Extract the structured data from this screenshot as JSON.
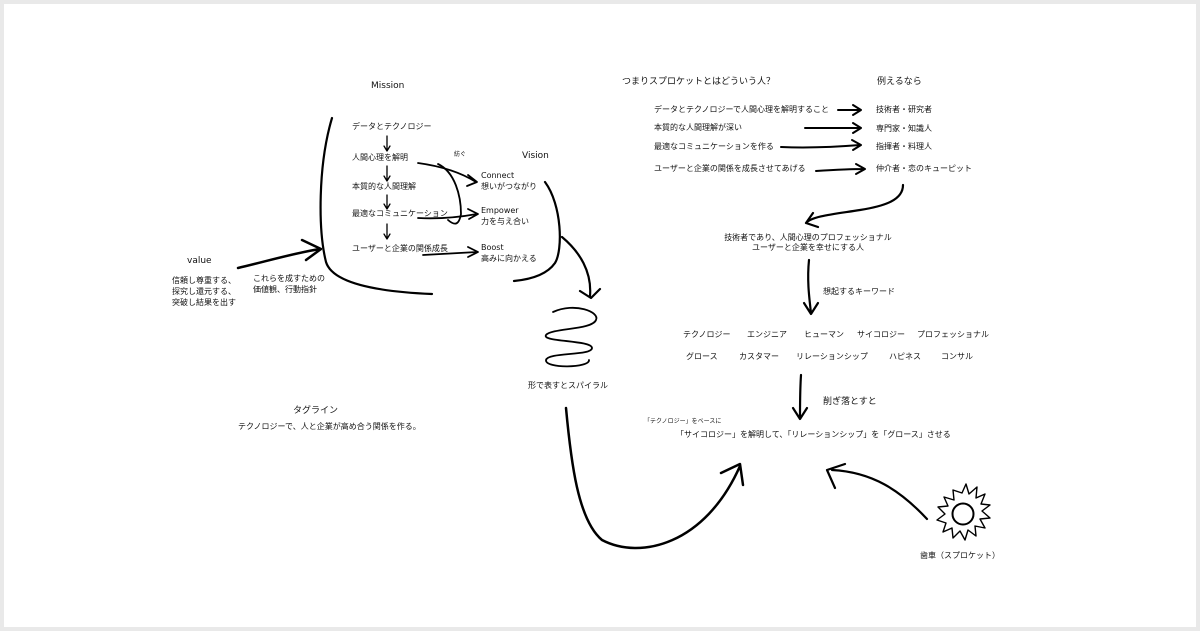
{
  "mission": {
    "title": "Mission",
    "items": [
      "データとテクノロジー",
      "人間心理を解明",
      "本質的な人間理解",
      "最適なコミュニケーション",
      "ユーザーと企業の関係成長"
    ],
    "link_note": "紡ぐ"
  },
  "vision": {
    "title": "Vision",
    "items": [
      {
        "en": "Connect",
        "ja": "想いがつながり"
      },
      {
        "en": "Empower",
        "ja": "力を与え合い"
      },
      {
        "en": "Boost",
        "ja": "高みに向かえる"
      }
    ]
  },
  "value": {
    "title": "value",
    "lines": [
      "信頼し尊重する、",
      "探究し還元する、",
      "突破し結果を出す"
    ],
    "note_lines": [
      "これらを成すための",
      "価値観、行動指針"
    ]
  },
  "spiral_label": "形で表すとスパイラル",
  "tagline": {
    "title": "タグライン",
    "text": "テクノロジーで、人と企業が高め合う関係を作る。"
  },
  "persona": {
    "title": "つまりスプロケットとはどういう人？",
    "example_title": "例えるなら",
    "rows": [
      {
        "left": "データとテクノロジーで人間心理を解明すること",
        "right": "技術者・研究者"
      },
      {
        "left": "本質的な人間理解が深い",
        "right": "専門家・知識人"
      },
      {
        "left": "最適なコミュニケーションを作る",
        "right": "指揮者・料理人"
      },
      {
        "left": "ユーザーと企業の関係を成長させてあげる",
        "right": "仲介者・恋のキューピット"
      }
    ],
    "summary_lines": [
      "技術者であり、人間心理のプロフェッショナル",
      "ユーザーと企業を幸せにする人"
    ]
  },
  "keywords": {
    "title": "想起するキーワード",
    "row1": [
      "テクノロジー",
      "エンジニア",
      "ヒューマン",
      "サイコロジー",
      "プロフェッショナル"
    ],
    "row2": [
      "グロース",
      "カスタマー",
      "リレーションシップ",
      "ハピネス",
      "コンサル"
    ]
  },
  "reduce_label": "削ぎ落とすと",
  "final": {
    "note": "「テクノロジー」をベースに",
    "statement": "「サイコロジー」を解明して、「リレーションシップ」を「グロース」させる"
  },
  "gear_label": "歯車（スプロケット）",
  "ink_color": "#000000",
  "frame_color": "#e9e9e9"
}
